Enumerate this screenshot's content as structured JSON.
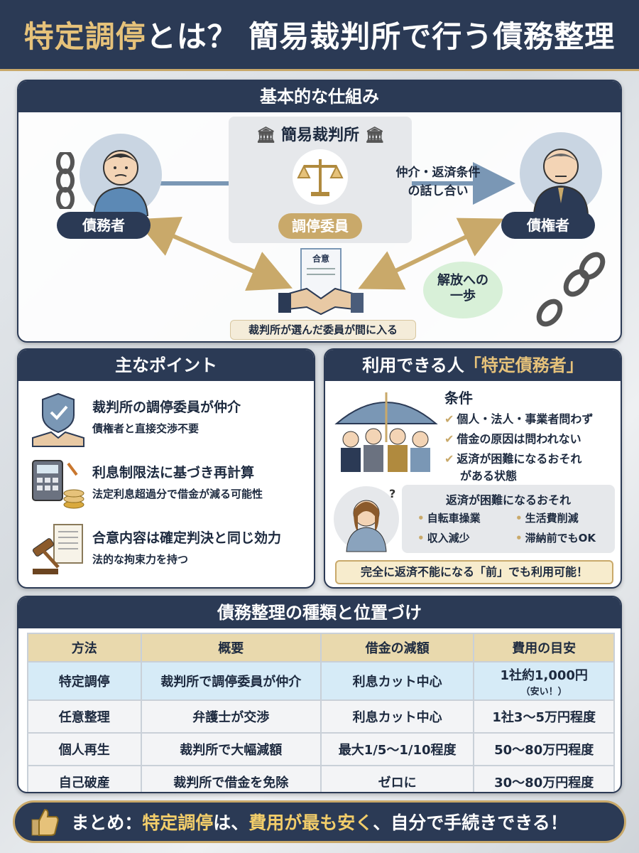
{
  "header": {
    "title_highlight": "特定調停",
    "title_rest": "とは？ 簡易裁判所で行う債務整理"
  },
  "mechanism": {
    "title": "基本的な仕組み",
    "court_label": "簡易裁判所",
    "mediator_label": "調停委員",
    "debtor_label": "債務者",
    "creditor_label": "債権者",
    "talk_line1": "仲介・返済条件",
    "talk_line2": "の話し合い",
    "doc_label": "合意",
    "release_line1": "解放への",
    "release_line2": "一歩",
    "note": "裁判所が選んだ委員が間に入る"
  },
  "points": {
    "title": "主なポイント",
    "items": [
      {
        "heading": "裁判所の調停委員が仲介",
        "sub": "債権者と直接交渉不要",
        "icon": "shield-handshake-icon"
      },
      {
        "heading": "利息制限法に基づき再計算",
        "sub": "法定利息超過分で借金が減る可能性",
        "icon": "calculator-coins-icon"
      },
      {
        "heading": "合意内容は確定判決と同じ効力",
        "sub": "法的な拘束力を持つ",
        "icon": "gavel-document-icon"
      }
    ]
  },
  "eligible": {
    "title_prefix": "利用できる人",
    "title_highlight": "「特定債務者」",
    "conditions_title": "条件",
    "conditions": [
      "個人・法人・事業者問わず",
      "借金の原因は問われない",
      "返済が困難になるおそれ"
    ],
    "conditions_cont": "がある状態",
    "risk_title": "返済が困難になるおそれ",
    "risks": [
      "自転車操業",
      "生活費削減",
      "収入減少",
      "滞納前でもOK"
    ],
    "banner": "完全に返済不能になる「前」でも利用可能！"
  },
  "types": {
    "title": "債務整理の種類と位置づけ",
    "headers": [
      "方法",
      "概要",
      "借金の減額",
      "費用の目安"
    ],
    "rows": [
      {
        "method": "特定調停",
        "summary": "裁判所で調停委員が仲介",
        "reduction": "利息カット中心",
        "cost": "1社約1,000円",
        "cost_note": "（安い！）"
      },
      {
        "method": "任意整理",
        "summary": "弁護士が交渉",
        "reduction": "利息カット中心",
        "cost": "1社3〜5万円程度",
        "cost_note": ""
      },
      {
        "method": "個人再生",
        "summary": "裁判所で大幅減額",
        "reduction": "最大1/5〜1/10程度",
        "cost": "50〜80万円程度",
        "cost_note": ""
      },
      {
        "method": "自己破産",
        "summary": "裁判所で借金を免除",
        "reduction": "ゼロに",
        "cost": "30〜80万円程度",
        "cost_note": ""
      }
    ]
  },
  "footer": {
    "prefix": "まとめ：",
    "highlight1": "特定調停",
    "mid": "は、",
    "highlight2": "費用が最も安く",
    "suffix": "、自分で手続きできる！"
  },
  "colors": {
    "navy": "#2b3a55",
    "gold": "#c9a96a",
    "highlight_row": "#d6ebf7"
  }
}
